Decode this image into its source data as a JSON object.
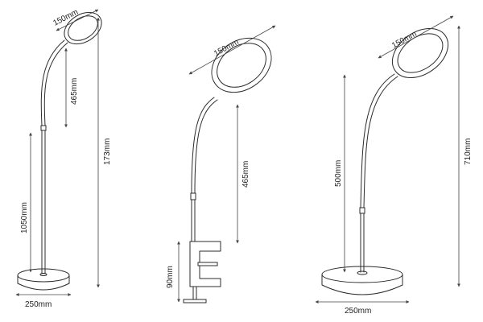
{
  "figure": {
    "lamps": [
      {
        "name": "floor-lamp",
        "labels": {
          "head_diameter": "150mm",
          "neck_height": "465mm",
          "stand_height": "1050mm",
          "total_height": "173mm",
          "base_diameter": "250mm"
        }
      },
      {
        "name": "clamp-lamp",
        "labels": {
          "head_diameter": "150mm",
          "neck_height": "465mm",
          "clamp_height": "90mm"
        }
      },
      {
        "name": "desk-lamp",
        "labels": {
          "head_diameter": "150mm",
          "stand_height": "500mm",
          "total_height": "710mm",
          "base_diameter": "250mm"
        }
      }
    ]
  }
}
